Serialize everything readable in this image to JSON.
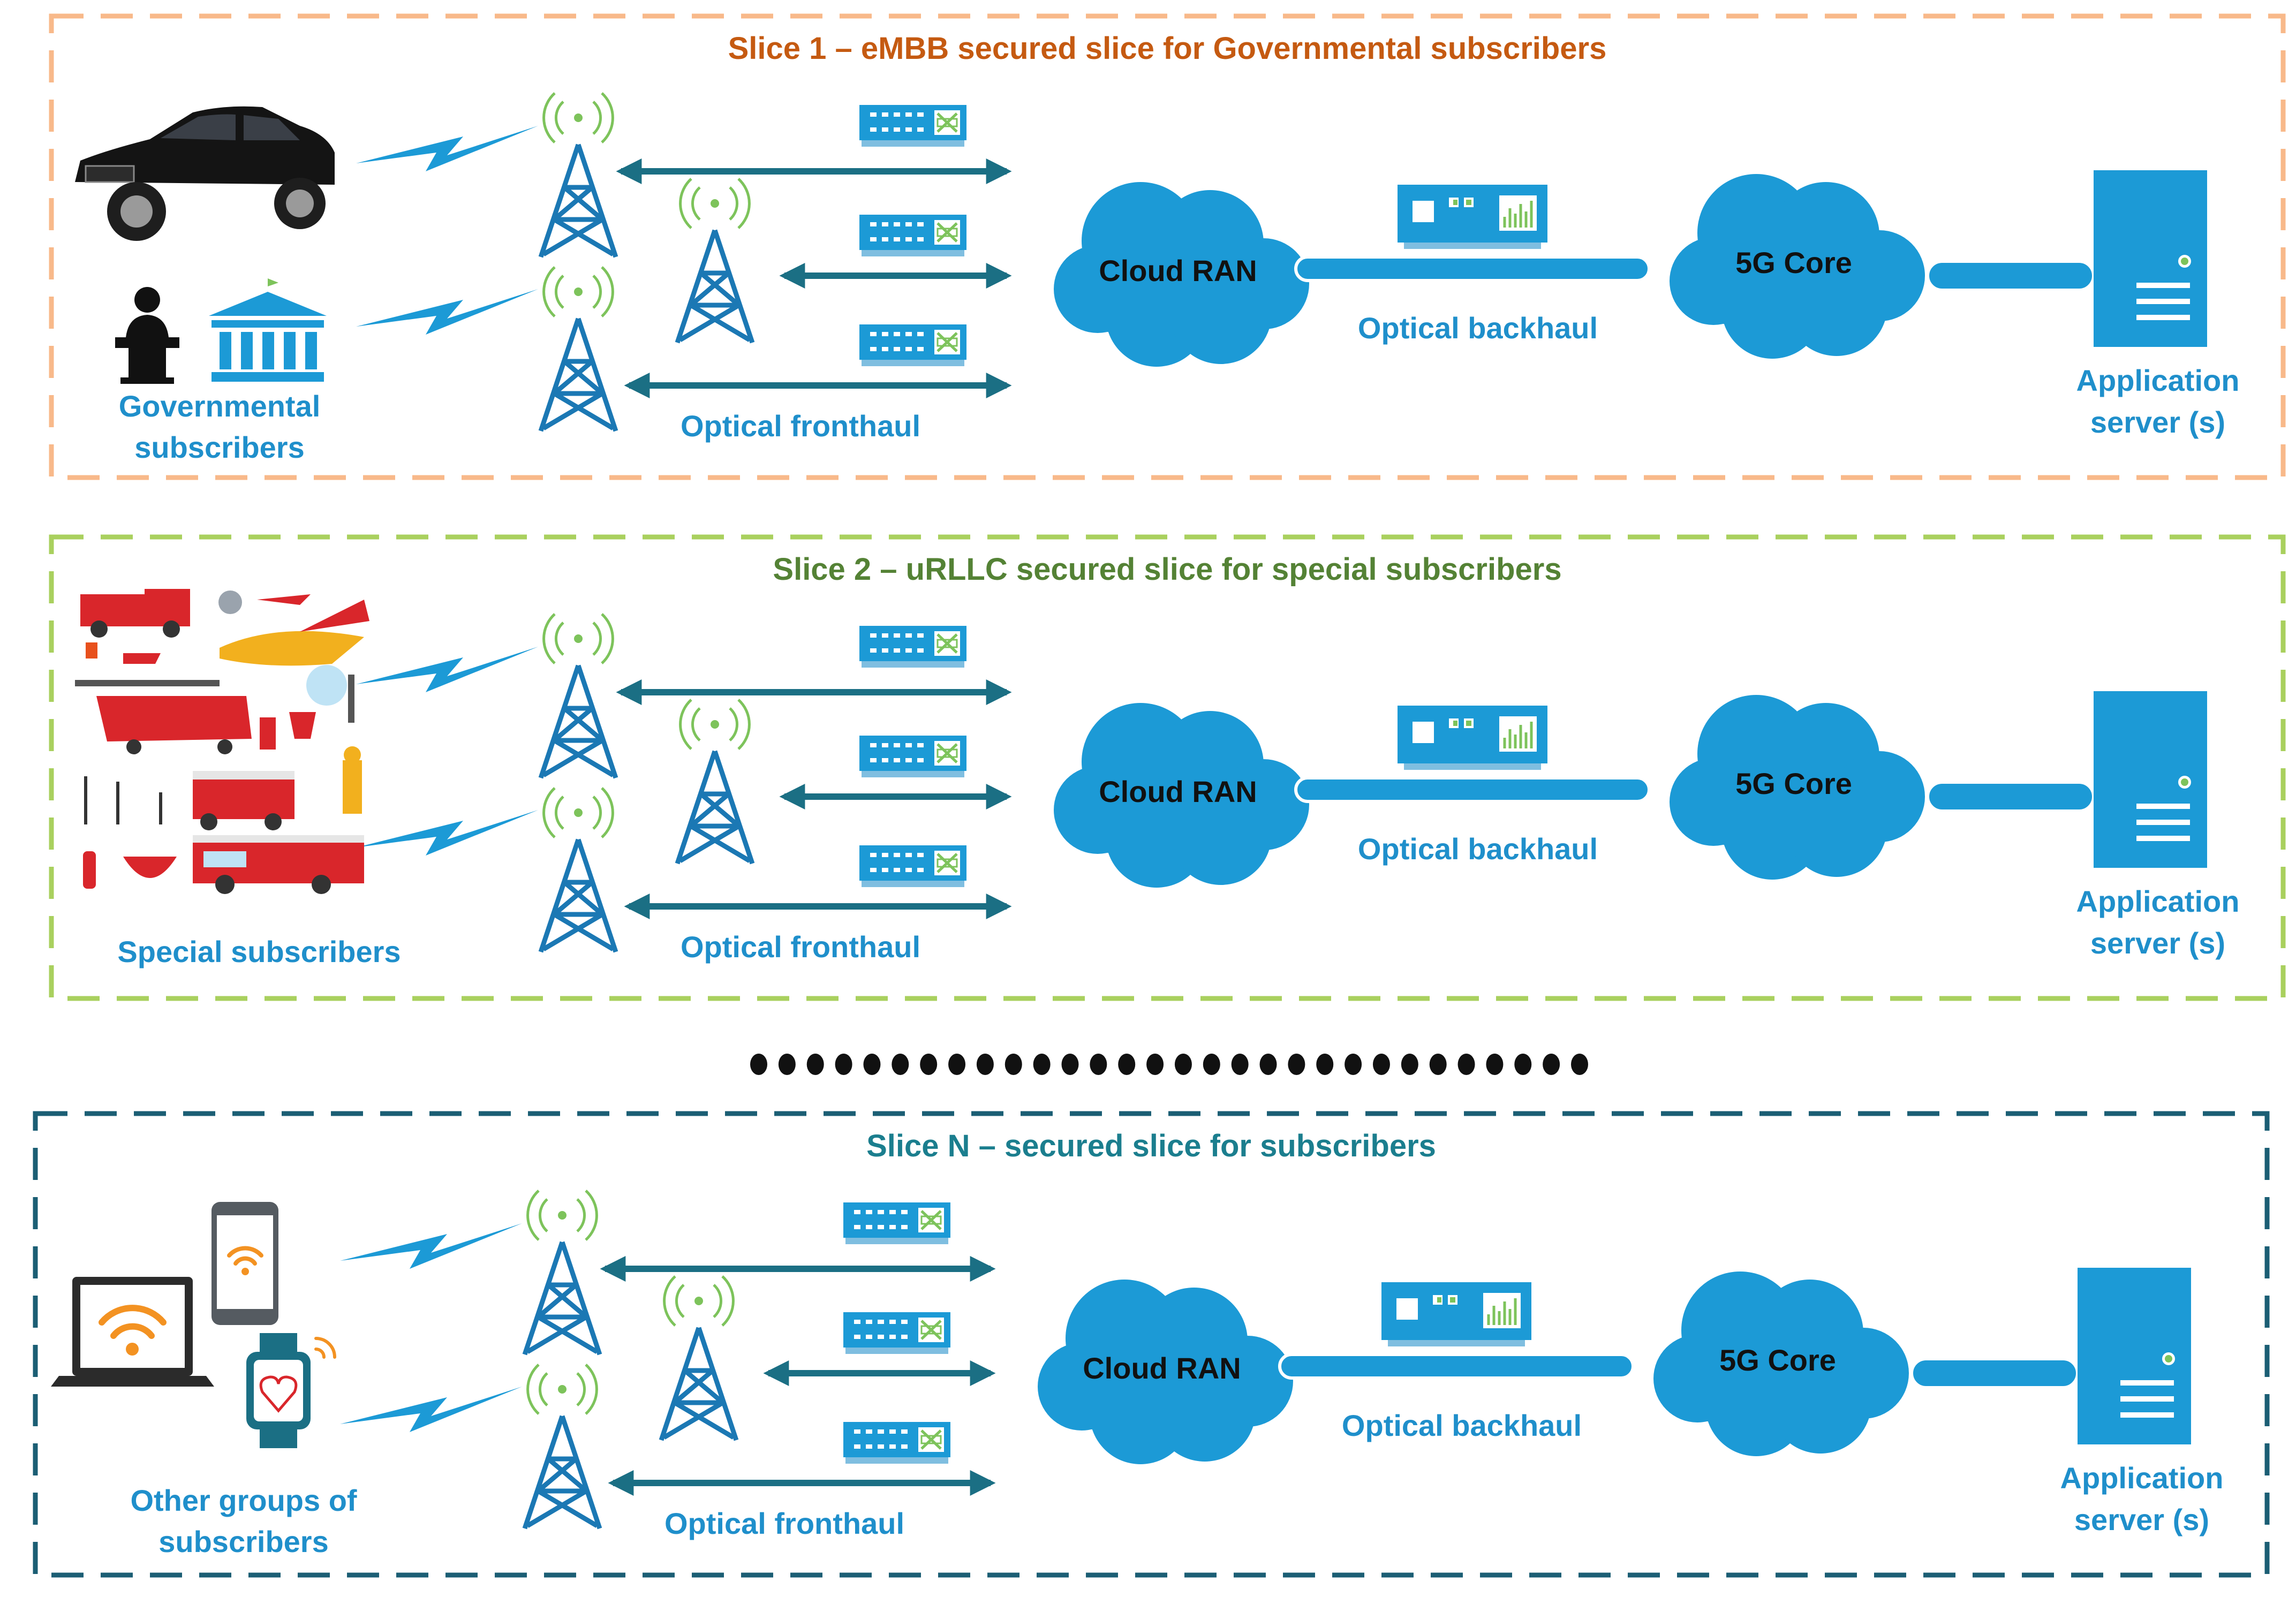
{
  "slices": [
    {
      "id": "slice-1",
      "title": "Slice 1 – eMBB secured slice for Governmental subscribers",
      "subscribers_label": [
        "Governmental",
        "subscribers"
      ],
      "subscriber_group": "governmental",
      "border_color": "#F8B98A",
      "title_color": "#C55A11"
    },
    {
      "id": "slice-2",
      "title": "Slice 2 – uRLLC secured slice for special subscribers",
      "subscribers_label": [
        "Special subscribers"
      ],
      "subscriber_group": "special",
      "border_color": "#A9D05E",
      "title_color": "#548235"
    },
    {
      "id": "slice-n",
      "title": "Slice N –  secured slice for subscribers",
      "subscribers_label": [
        "Other groups of",
        "subscribers"
      ],
      "subscriber_group": "other",
      "border_color": "#1B5E74",
      "title_color": "#1B7E8E"
    }
  ],
  "common_labels": {
    "cloud_ran": "Cloud RAN",
    "core": "5G Core",
    "fronthaul": "Optical fronthaul",
    "backhaul": "Optical backhaul",
    "app_server": [
      "Application",
      "server (s)"
    ]
  },
  "colors": {
    "accent_blue": "#1C9AD6",
    "label_blue": "#1F8FCB",
    "arrow_teal": "#1B6F84",
    "antenna_green": "#7DC35B",
    "tower_blue": "#1B78B4",
    "dots_black": "#111111"
  },
  "icons": [
    "car-icon",
    "politician-icon",
    "government-building-icon",
    "fire-emergency-collage-icon",
    "laptop-icon",
    "smartphone-icon",
    "smartwatch-icon",
    "lightning-signal-icon",
    "cell-tower-icon",
    "optical-unit-icon",
    "cloud-icon",
    "server-icon"
  ]
}
